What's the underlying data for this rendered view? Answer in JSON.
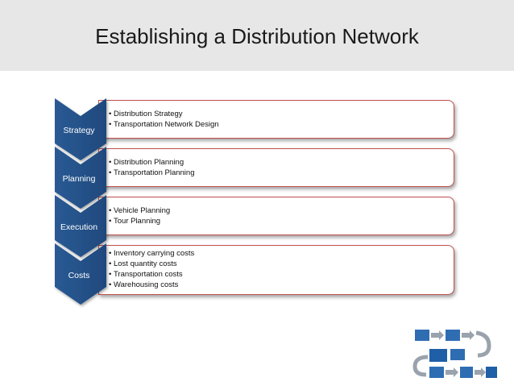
{
  "title": "Establishing a Distribution Network",
  "colors": {
    "chevron": "#1f497d",
    "chevron_light": "#4f81bd",
    "box_border": "#c0504d",
    "title_band": "#e7e7e7"
  },
  "steps": [
    {
      "label": "Strategy",
      "items": [
        "Distribution Strategy",
        "Transportation Network Design"
      ]
    },
    {
      "label": "Planning",
      "items": [
        "Distribution Planning",
        "Transportation Planning"
      ]
    },
    {
      "label": "Execution",
      "items": [
        "Vehicle Planning",
        "Tour Planning"
      ]
    },
    {
      "label": "Costs",
      "items": [
        "Inventory carrying costs",
        "Lost quantity costs",
        "Transportation costs",
        "Warehousing costs"
      ]
    }
  ],
  "logo_icon": "process-flow-icon"
}
